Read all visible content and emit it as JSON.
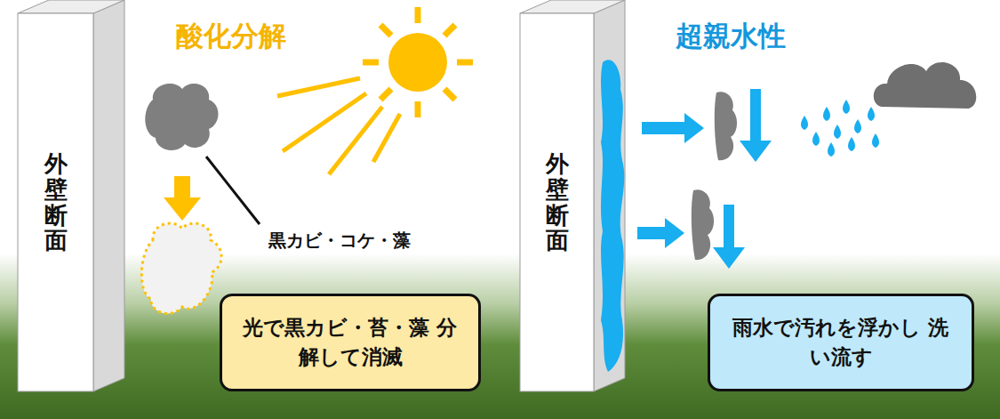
{
  "diagram": {
    "nodes": [
      {
        "text": [
          "外壁断面"
        ]
      },
      {
        "text": [
          "光で黒カビ・苔・藻 分解して消滅"
        ]
      },
      {
        "text": [
          "外壁断面"
        ]
      },
      {
        "text": [
          "雨水で汚れを浮かし 洗い流す"
        ]
      }
    ],
    "labels": [
      "酸化分解",
      "黒カビ・コケ・藻",
      "超親水性"
    ]
  }
}
